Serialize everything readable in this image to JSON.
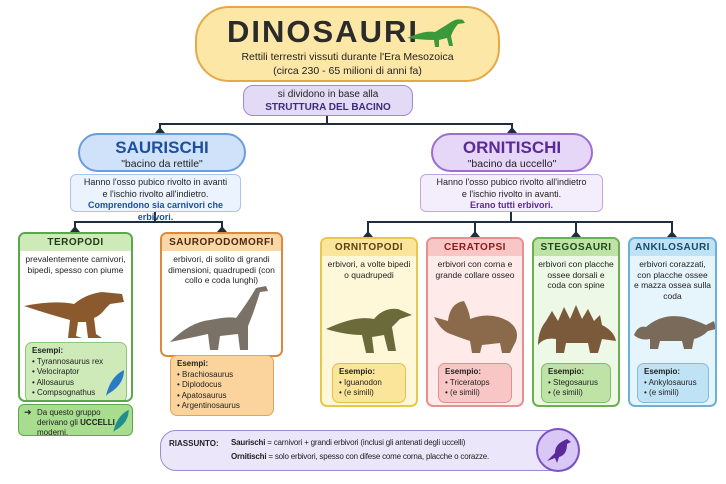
{
  "title": {
    "heading": "DINOSAURI",
    "line1": "Rettili terrestri vissuti durante l'Era Mesozoica",
    "line2": "(circa 230 - 65 milioni di anni fa)"
  },
  "split": {
    "line1": "si dividono in base alla",
    "line2": "STRUTTURA DEL BACINO"
  },
  "saurischi": {
    "name": "SAURISCHI",
    "sub": "\"bacino da rettile\"",
    "d1": "Hanno l'osso pubico rivolto in avanti",
    "d2": "e l'ischio rivolto all'indietro.",
    "d3": "Comprendono sia carnivori che erbivori."
  },
  "ornitischi": {
    "name": "ORNITISCHI",
    "sub": "\"bacino da uccello\"",
    "d1": "Hanno l'osso pubico rivolto all'indietro",
    "d2": "e l'ischio rivolto in avanti.",
    "d3": "Erano tutti erbivori."
  },
  "groups": [
    {
      "name": "TEROPODI",
      "desc": "prevalentemente carnivori, bipedi, spesso con piume",
      "ex_title": "Esempi:",
      "examples": [
        "Tyrannosaurus rex",
        "Velociraptor",
        "Allosaurus",
        "Compsognathus"
      ]
    },
    {
      "name": "SAUROPODOMORFI",
      "desc": "erbivori, di solito di grandi dimensioni, quadrupedi (con collo e coda lunghi)",
      "ex_title": "Esempi:",
      "examples": [
        "Brachiosaurus",
        "Diplodocus",
        "Apatosaurus",
        "Argentinosaurus"
      ]
    },
    {
      "name": "ORNITOPODI",
      "desc": "erbivori, a volte bipedi o quadrupedi",
      "ex_title": "Esempio:",
      "examples": [
        "Iguanodon",
        "(e simili)"
      ]
    },
    {
      "name": "CERATOPSI",
      "desc": "erbivori con corna e grande collare osseo",
      "ex_title": "Esempio:",
      "examples": [
        "Triceratops",
        "(e simili)"
      ]
    },
    {
      "name": "STEGOSAURI",
      "desc": "erbivori con placche ossee dorsali e coda con spine",
      "ex_title": "Esempio:",
      "examples": [
        "Stegosaurus",
        "(e simili)"
      ]
    },
    {
      "name": "ANKILOSAURI",
      "desc": "erbivori corazzati, con placche ossee e mazza ossea sulla coda",
      "ex_title": "Esempio:",
      "examples": [
        "Ankylosaurus",
        "(e simili)"
      ]
    }
  ],
  "birds_note": {
    "pre": "Da questo gruppo derivano gli ",
    "bold": "UCCELLI",
    "post": " moderni."
  },
  "summary": {
    "label": "RIASSUNTO:",
    "s_name": "Saurischi",
    "s_text": " = carnivori + grandi erbivori (inclusi gli antenati degli uccelli)",
    "o_name": "Ornitischi",
    "o_text": " = solo erbivori, spesso con difese come corna, placche o corazze."
  }
}
